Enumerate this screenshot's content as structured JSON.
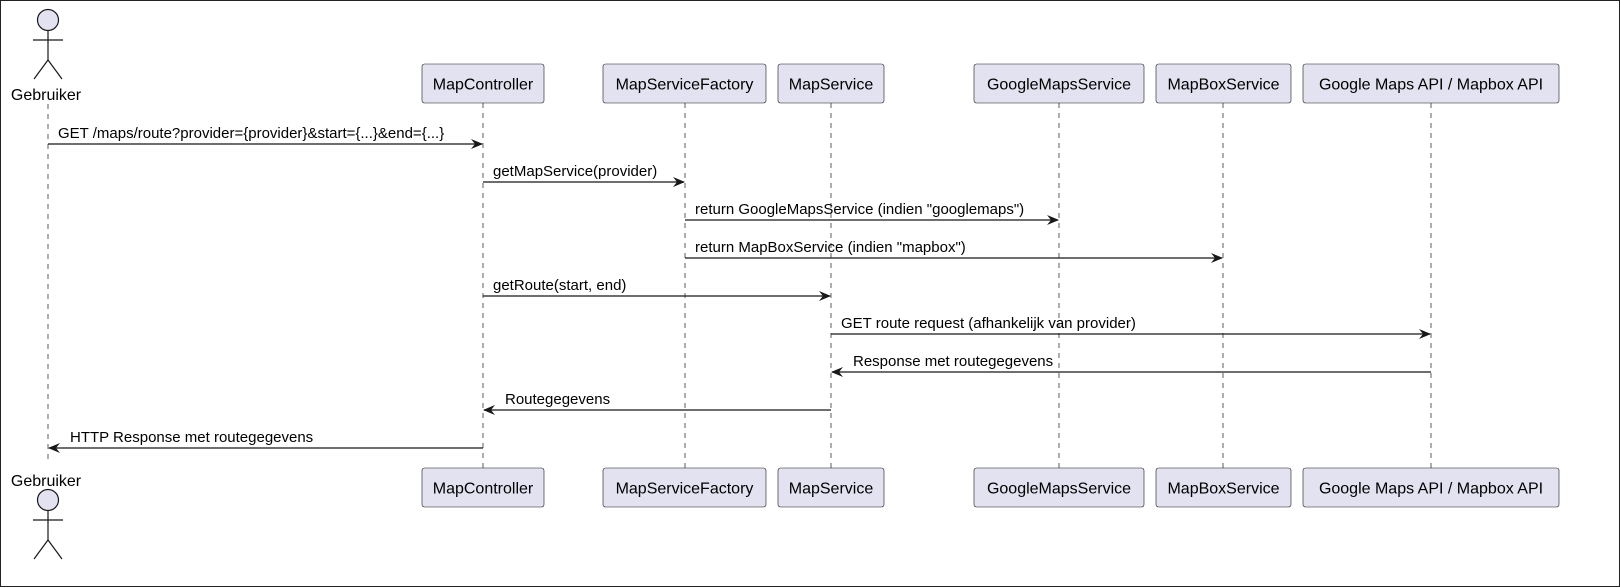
{
  "actor": {
    "name": "Gebruiker",
    "color": "#e2e2f0"
  },
  "participants": [
    {
      "id": "mapcontroller",
      "name": "MapController"
    },
    {
      "id": "mapservicefactory",
      "name": "MapServiceFactory"
    },
    {
      "id": "mapservice",
      "name": "MapService"
    },
    {
      "id": "googlemapsservice",
      "name": "GoogleMapsService"
    },
    {
      "id": "mapboxservice",
      "name": "MapBoxService"
    },
    {
      "id": "external-api",
      "name": "Google Maps API / Mapbox API"
    }
  ],
  "messages": [
    {
      "from": "gebruiker",
      "to": "mapcontroller",
      "label": "GET /maps/route?provider={provider}&start={...}&end={...}"
    },
    {
      "from": "mapcontroller",
      "to": "mapservicefactory",
      "label": "getMapService(provider)"
    },
    {
      "from": "mapservicefactory",
      "to": "googlemapsservice",
      "label": "return GoogleMapsService (indien \"googlemaps\")"
    },
    {
      "from": "mapservicefactory",
      "to": "mapboxservice",
      "label": "return MapBoxService (indien \"mapbox\")"
    },
    {
      "from": "mapcontroller",
      "to": "mapservice",
      "label": "getRoute(start, end)"
    },
    {
      "from": "mapservice",
      "to": "external-api",
      "label": "GET route request (afhankelijk van provider)"
    },
    {
      "from": "external-api",
      "to": "mapservice",
      "label": "Response met routegegevens"
    },
    {
      "from": "mapservice",
      "to": "mapcontroller",
      "label": "Routegegevens"
    },
    {
      "from": "mapcontroller",
      "to": "gebruiker",
      "label": "HTTP Response met routegegevens"
    }
  ]
}
